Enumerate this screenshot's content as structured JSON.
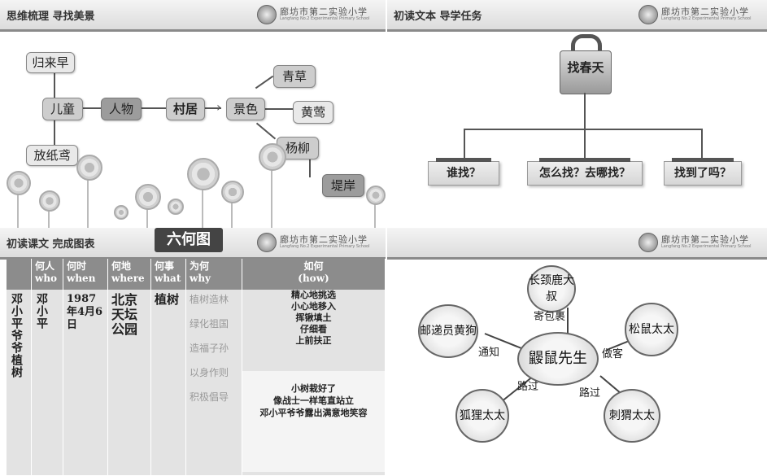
{
  "logo": {
    "school_cn": "廊坊市第二实验小学",
    "school_en": "Langfang No.2 Experimental Primary School"
  },
  "q1": {
    "header": "思维梳理  寻找美景",
    "nodes": {
      "guilaizao": "归来早",
      "ertong": "儿童",
      "fangzhiyuan": "放纸鸢",
      "renwu": "人物",
      "cunju": "村居",
      "jingse": "景色",
      "qingcao": "青草",
      "huangying": "黄莺",
      "yangliu": "杨柳",
      "dian": "堤岸"
    }
  },
  "q2": {
    "header": "初读文本  导学任务",
    "main": "找春天",
    "subs": [
      "谁找？",
      "怎么找？去哪找？",
      "找到了吗？"
    ]
  },
  "q3": {
    "header": "初读课文  完成图表",
    "badge": "六何图",
    "columns": [
      {
        "cn": "何人",
        "en": "who"
      },
      {
        "cn": "何时",
        "en": "when"
      },
      {
        "cn": "何地",
        "en": "where"
      },
      {
        "cn": "何事",
        "en": "what"
      },
      {
        "cn": "为何",
        "en": "why"
      },
      {
        "cn": "如何",
        "en": "(how)"
      }
    ],
    "row_label": "邓小平爷爷植树",
    "who": "邓小平",
    "when": "1987年4月6日",
    "where": "北京天坛公园",
    "what": "植树",
    "why": [
      "植树造林",
      "绿化祖国",
      "造福子孙",
      "以身作则",
      "积极倡导"
    ],
    "how_top": [
      "精心地挑选",
      "小心地移入",
      "挥锹填土",
      "仔细看",
      "上前扶正"
    ],
    "how_bottom": [
      "小树栽好了",
      "像战士一样笔直站立",
      "邓小平爷爷露出满意地笑容"
    ]
  },
  "q4": {
    "center": "鼹鼠先生",
    "nodes": {
      "top": "长颈鹿大叔",
      "left": "邮递员黄狗",
      "right": "松鼠太太",
      "bottom_left": "狐狸太太",
      "bottom_right": "刺猬太太"
    },
    "edges": {
      "top": "寄包裹",
      "left": "通知",
      "right": "做客",
      "bottom_left": "路过",
      "bottom_right": "路过"
    }
  }
}
